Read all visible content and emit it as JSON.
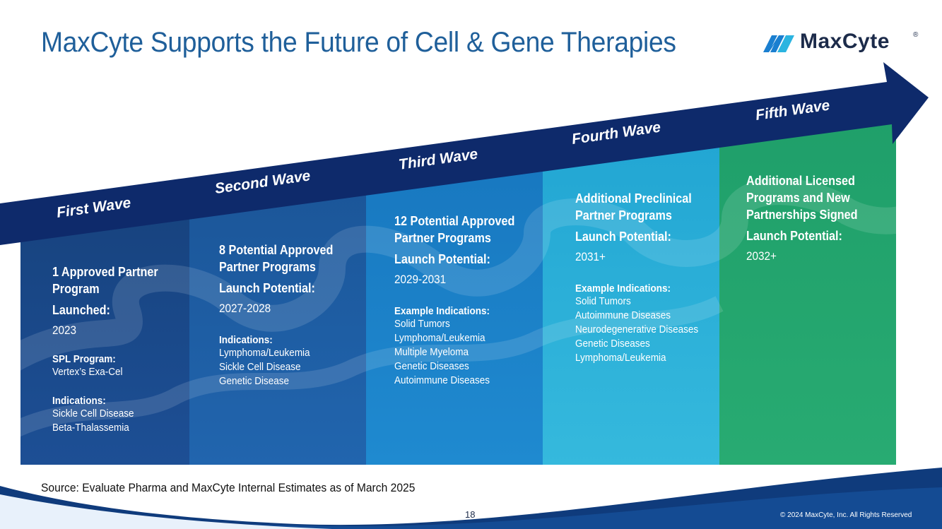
{
  "slide": {
    "title": "MaxCyte Supports the Future of Cell & Gene Therapies",
    "logo_text": "MaxCyte",
    "logo_reg": "®",
    "source": "Source: Evaluate Pharma and MaxCyte Internal Estimates as of March 2025",
    "page_number": "18",
    "copyright": "© 2024 MaxCyte, Inc. All Rights Reserved"
  },
  "colors": {
    "title": "#1f5f9a",
    "arrow": "#0e2a6b",
    "wave1": "#1d4a8f",
    "wave2": "#1f5ea8",
    "wave3": "#1b82c9",
    "wave4": "#2aaed6",
    "wave5": "#22a56f",
    "footer": "#0e3a7a"
  },
  "waves": [
    {
      "label": "First Wave",
      "headline": "1 Approved Partner Program",
      "launch_label": "Launched:",
      "launch_value": "2023",
      "program_label": "SPL Program:",
      "program_value": "Vertex’s Exa-Cel",
      "indications_label": "Indications:",
      "indications": [
        "Sickle Cell Disease",
        "Beta-Thalassemia"
      ]
    },
    {
      "label": "Second Wave",
      "headline": "8 Potential Approved Partner Programs",
      "launch_label": "Launch Potential:",
      "launch_value": "2027-2028",
      "indications_label": "Indications:",
      "indications": [
        "Lymphoma/Leukemia",
        "Sickle Cell Disease",
        "Genetic Disease"
      ]
    },
    {
      "label": "Third Wave",
      "headline": "12 Potential Approved Partner Programs",
      "launch_label": "Launch Potential:",
      "launch_value": "2029-2031",
      "indications_label": "Example Indications:",
      "indications": [
        "Solid Tumors",
        "Lymphoma/Leukemia",
        "Multiple Myeloma",
        "Genetic Diseases",
        "Autoimmune Diseases"
      ]
    },
    {
      "label": "Fourth Wave",
      "headline": "Additional Preclinical Partner Programs",
      "launch_label": "Launch Potential:",
      "launch_value": "2031+",
      "indications_label": "Example Indications:",
      "indications": [
        "Solid Tumors",
        "Autoimmune Diseases",
        "Neurodegenerative Diseases",
        "Genetic Diseases",
        "Lymphoma/Leukemia"
      ]
    },
    {
      "label": "Fifth Wave",
      "headline": "Additional Licensed Programs and New Partnerships Signed",
      "launch_label": "Launch Potential:",
      "launch_value": "2032+"
    }
  ]
}
